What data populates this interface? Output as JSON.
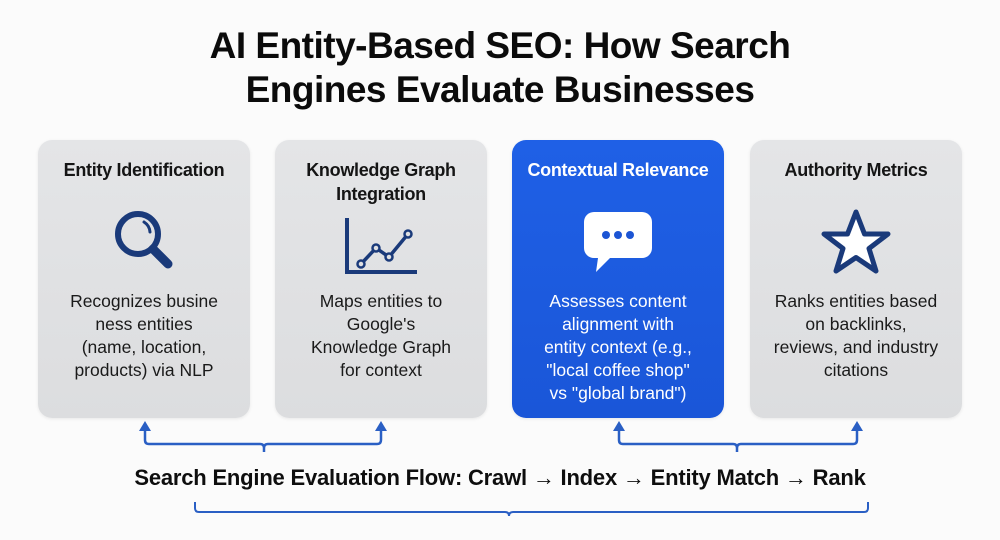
{
  "title": {
    "line1": "AI Entity-Based SEO: How Search",
    "line2": "Engines Evaluate Businesses"
  },
  "cards": [
    {
      "title": "Entity Identification",
      "icon": "magnifying-glass-icon",
      "description": "Recognizes busine\nness entities\n(name, location,\nproducts) via NLP",
      "highlighted": false
    },
    {
      "title": "Knowledge Graph Integration",
      "icon": "line-chart-icon",
      "description": "Maps entities to\nGoogle's\nKnowledge Graph\nfor context",
      "highlighted": false
    },
    {
      "title": "Contextual Relevance",
      "icon": "chat-bubble-icon",
      "description": "Assesses content\nalignment with\nentity context (e.g.,\n\"local coffee shop\"\nvs \"global brand\")",
      "highlighted": true
    },
    {
      "title": "Authority Metrics",
      "icon": "star-icon",
      "description": "Ranks entities based\non backlinks,\nreviews, and industry\ncitations",
      "highlighted": false
    }
  ],
  "flow": {
    "label": "Search Engine Evaluation Flow: Crawl → Index → Entity Match → Rank",
    "steps": [
      "Crawl",
      "Index",
      "Entity Match",
      "Rank"
    ]
  },
  "colors": {
    "accent_blue": "#1c5be0",
    "icon_navy": "#1a3a7a",
    "connector_blue": "#2a5fc4",
    "card_gray": "#e0e1e3",
    "background": "#fbfbfb"
  }
}
